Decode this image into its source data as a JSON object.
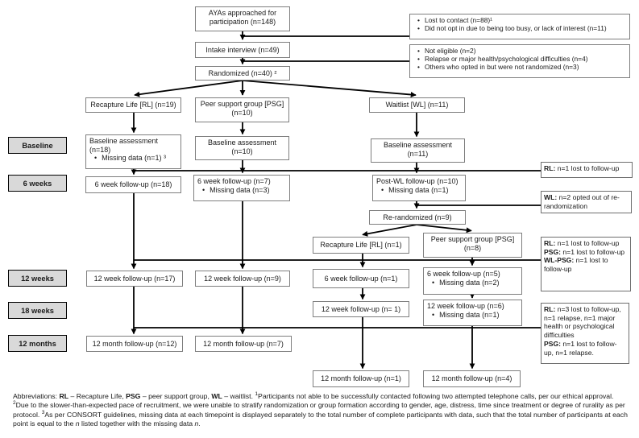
{
  "colors": {
    "background": "#ffffff",
    "box_border": "#7e7e7e",
    "timeline_fill": "#d9d9d9",
    "timeline_border": "#000000",
    "arrow": "#000000",
    "text": "#1a1a1a"
  },
  "flow": {
    "approached": {
      "text": "AYAs approached for participation (n=148)"
    },
    "intake": {
      "text": "Intake interview (n=49)"
    },
    "randomized": {
      "text": "Randomized (n=40) ²"
    },
    "excl1": {
      "bullets": [
        "Lost to contact (n=88)¹",
        "Did not opt in due to being too busy, or lack of interest (n=11)"
      ]
    },
    "excl2": {
      "bullets": [
        "Not eligible (n=2)",
        "Relapse or major health/psychological difficulties (n=4)",
        "Others who opted in but were not randomized (n=3)"
      ]
    },
    "rl": {
      "text": "Recapture Life [RL] (n=19)"
    },
    "psg": {
      "text": "Peer support group [PSG] (n=10)"
    },
    "wl": {
      "text": "Waitlist [WL] (n=11)"
    },
    "rl_base": {
      "text": "Baseline assessment (n=18)",
      "bullet": "Missing data (n=1) ³"
    },
    "psg_base": {
      "text": "Baseline assessment (n=10)"
    },
    "wl_base": {
      "text": "Baseline assessment (n=11)"
    },
    "rl_6wk": {
      "text": "6 week follow-up (n=18)"
    },
    "psg_6wk": {
      "text": "6 week follow-up (n=7)",
      "bullet": "Missing data (n=3)"
    },
    "postwl": {
      "text": "Post-WL follow-up (n=10)",
      "bullet": "Missing data (n=1)"
    },
    "rerand": {
      "text": "Re-randomized (n=9)"
    },
    "sub_rl": {
      "text": "Recapture Life [RL] (n=1)"
    },
    "sub_psg": {
      "text": "Peer support group [PSG] (n=8)"
    },
    "rl_12wk": {
      "text": "12 week follow-up (n=17)"
    },
    "psg_12wk": {
      "text": "12 week follow-up (n=9)"
    },
    "sub_rl_6wk": {
      "text": "6 week follow-up (n=1)"
    },
    "sub_psg_6wk": {
      "text": "6 week follow-up (n=5)",
      "bullet": "Missing data (n=2)"
    },
    "sub_rl_12wk": {
      "text": "12 week follow-up (n= 1)"
    },
    "sub_psg_12wk": {
      "text": "12 week follow-up (n=6)",
      "bullet": "Missing data (n=1)"
    },
    "rl_12mo": {
      "text": "12 month follow-up (n=12)"
    },
    "psg_12mo": {
      "text": "12 month follow-up (n=7)"
    },
    "sub_rl_12mo": {
      "text": "12 month follow-up (n=1)"
    },
    "sub_psg_12mo": {
      "text": "12 month follow-up (n=4)"
    }
  },
  "timeline": {
    "baseline": "Baseline",
    "w6": "6 weeks",
    "w12": "12 weeks",
    "w18": "18 weeks",
    "m12": "12 months"
  },
  "annotations": {
    "rl_lost_base": [
      {
        "b": "RL:",
        "t": " n=1 lost to follow-up"
      }
    ],
    "wl_opted": [
      {
        "b": "WL:",
        "t": " n=2 opted out of re-randomization"
      }
    ],
    "multi_lost": [
      {
        "b": "RL:",
        "t": " n=1 lost to follow-up"
      },
      {
        "b": "PSG:",
        "t": " n=1 lost to follow-up"
      },
      {
        "b": "WL-PSG:",
        "t": " n=1 lost to follow-up"
      }
    ],
    "lost_18wk": [
      {
        "b": "RL:",
        "t": " n=3 lost to follow-up, n=1 relapse, n=1 major health or psychological difficulties"
      },
      {
        "b": "PSG:",
        "t": " n=1 lost to follow-up, n=1 relapse."
      }
    ]
  },
  "footnote": {
    "segments": [
      {
        "text": "Abbreviations: "
      },
      {
        "text": "RL",
        "bold": true
      },
      {
        "text": " – Recapture Life, "
      },
      {
        "text": "PSG",
        "bold": true
      },
      {
        "text": " – peer support group, "
      },
      {
        "text": "WL",
        "bold": true
      },
      {
        "text": " – waitlist. "
      },
      {
        "text": "1",
        "sup": true
      },
      {
        "text": "Participants not able to be successfully contacted following two attempted telephone calls, per our ethical approval. "
      },
      {
        "text": "2",
        "sup": true
      },
      {
        "text": "Due to the slower-than-expected pace of recruitment, we were unable to stratify randomization or group formation according to gender, age, distress, time since treatment or degree of rurality as per protocol. "
      },
      {
        "text": "3",
        "sup": true
      },
      {
        "text": "As per CONSORT guidelines, missing data at each timepoint is displayed separately to the total number of complete participants with data, such that the total number of participants at each point is equal to the "
      },
      {
        "text": "n",
        "italic": true
      },
      {
        "text": " listed together with the missing data "
      },
      {
        "text": "n",
        "italic": true
      },
      {
        "text": "."
      }
    ]
  }
}
